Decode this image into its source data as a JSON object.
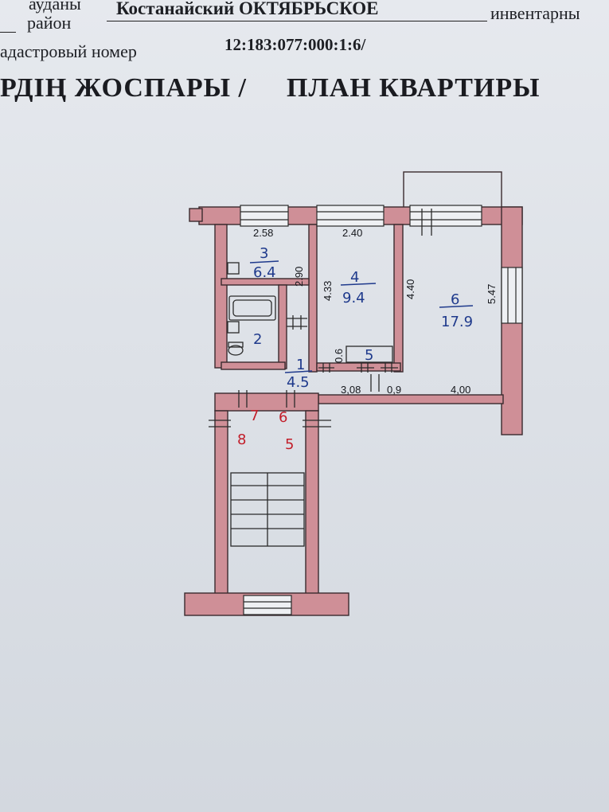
{
  "header": {
    "district_label_kz": "ауданы",
    "district_label_ru": "район",
    "district_value": "Костанайский ОКТЯБРЬСКОЕ",
    "inventory_label": "инвентарны",
    "cadastral_label": "адастровый номер",
    "cadastral_number": "12:183:077:000:1:6/"
  },
  "title": {
    "kz": "РДІҢ ЖОСПАРЫ /",
    "ru": "ПЛАН КВАРТИРЫ"
  },
  "plan": {
    "dimensions": {
      "top_left": "2.58",
      "top_mid": "2.40",
      "vert_290": "2.90",
      "vert_433": "4.33",
      "vert_440": "4.40",
      "vert_547": "5.47",
      "vert_06": "0.6",
      "bottom_308": "3,08",
      "bottom_09": "0,9",
      "bottom_400": "4,00"
    },
    "rooms": {
      "r3_num": "3",
      "r3_area": "6.4",
      "r2_num": "2",
      "r4_num": "4",
      "r4_area": "9.4",
      "r1_num": "1",
      "r1_area": "4.5",
      "r5_num": "5",
      "r6_num": "6",
      "r6_area": "17.9"
    },
    "stair_marks": {
      "m7": "7",
      "m6": "6",
      "m8": "8",
      "m5": "5"
    }
  },
  "colors": {
    "wall_fill": "#cf8f97",
    "wall_stroke": "#3a2a2e",
    "ink_blue": "#1f3a8c",
    "ink_red": "#c21e2a"
  }
}
